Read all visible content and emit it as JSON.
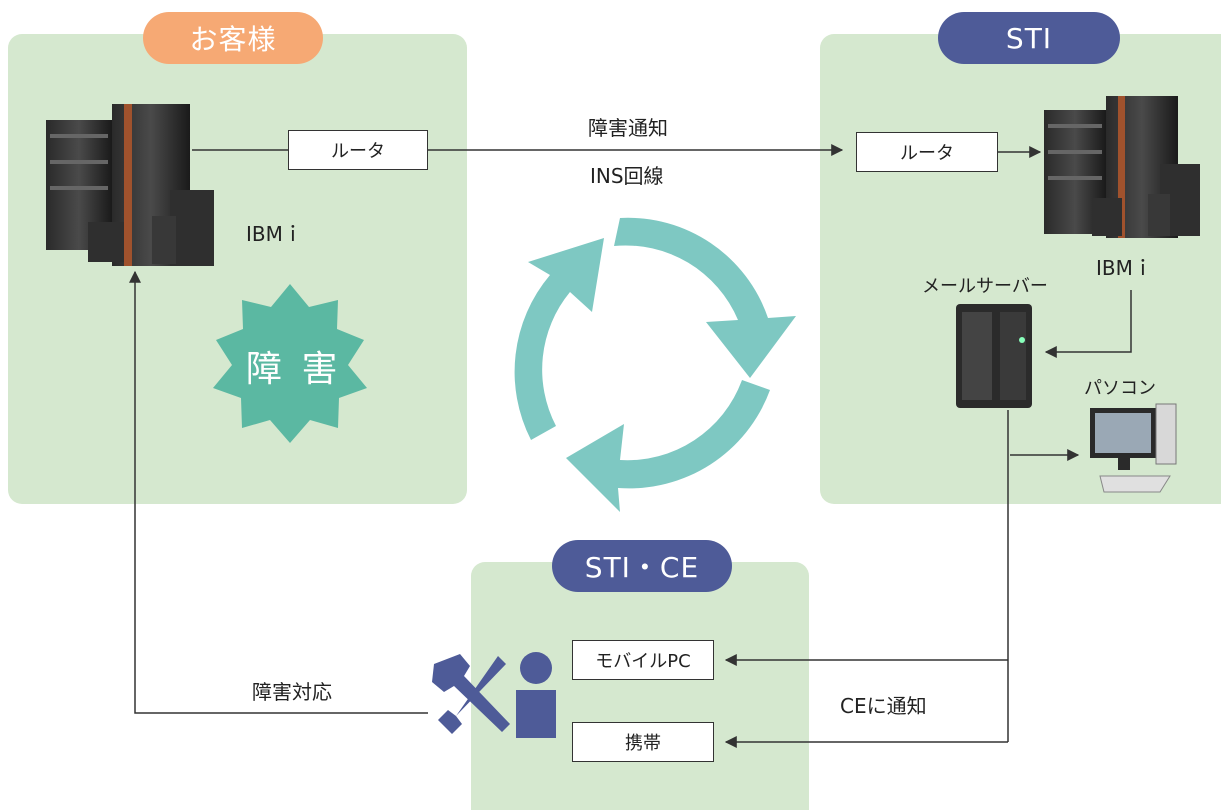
{
  "colors": {
    "panel_bg": "#d5e8cf",
    "customer_pill": "#f6a974",
    "sti_pill": "#4e5b98",
    "cycle_arrow": "#7ec8c2",
    "failure_star": "#5bb8a2",
    "tool_icon": "#4e5b98"
  },
  "customer": {
    "title": "お客様",
    "router": "ルータ",
    "server": "IBMｉ",
    "failure": "障 害"
  },
  "sti": {
    "title": "STI",
    "router": "ルータ",
    "server": "IBMｉ",
    "mail_server": "メールサーバー",
    "pc": "パソコン"
  },
  "ce": {
    "title": "STI・CE",
    "mobile_pc": "モバイルPC",
    "phone": "携帯"
  },
  "flow": {
    "notify": "障害通知",
    "line": "INS回線",
    "response": "障害対応",
    "ce_notify": "CEに通知"
  }
}
